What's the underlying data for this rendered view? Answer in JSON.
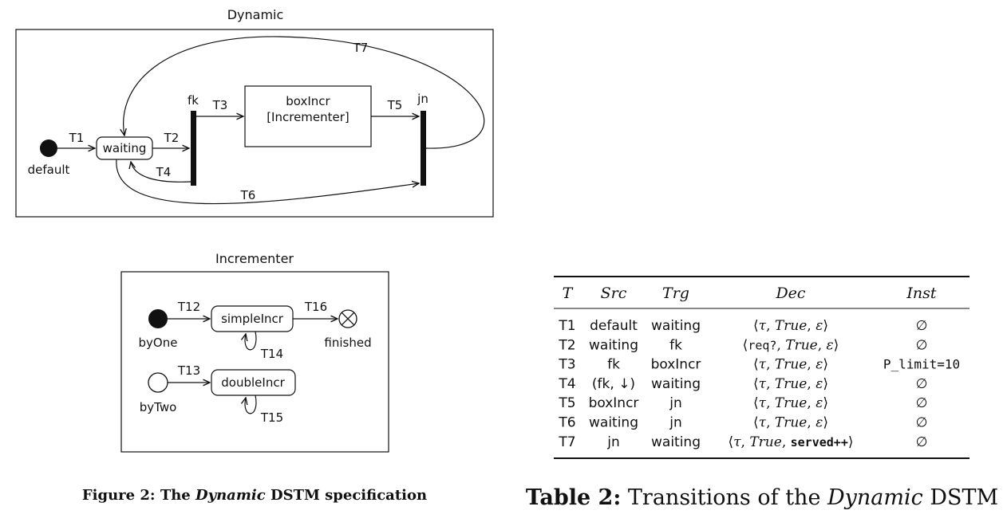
{
  "dynamic": {
    "title": "Dynamic",
    "states": {
      "initial": "default",
      "waiting": "waiting",
      "fork": "fk",
      "join": "jn",
      "box_line1": "boxIncr",
      "box_line2": "[Incrementer]"
    },
    "transitions": [
      "T1",
      "T2",
      "T3",
      "T4",
      "T5",
      "T6",
      "T7"
    ]
  },
  "incrementer": {
    "title": "Incrementer",
    "states": {
      "byOne": "byOne",
      "byTwo": "byTwo",
      "simpleIncr": "simpleIncr",
      "doubleIncr": "doubleIncr",
      "finished": "finished"
    },
    "transitions": [
      "T12",
      "T16",
      "T14",
      "T13",
      "T15"
    ]
  },
  "figure_caption": {
    "prefix": "Figure 2: The ",
    "italic": "Dynamic",
    "suffix": " DSTM specification"
  },
  "table": {
    "headers": [
      "T",
      "Src",
      "Trg",
      "Dec",
      "Inst"
    ],
    "rows": [
      {
        "t": "T1",
        "src": "default",
        "trg": "waiting",
        "dec_a": "τ",
        "dec_b": "True",
        "dec_c": "ε",
        "inst": "∅"
      },
      {
        "t": "T2",
        "src": "waiting",
        "trg": "fk",
        "dec_a": "req?",
        "dec_b": "True",
        "dec_c": "ε",
        "inst": "∅"
      },
      {
        "t": "T3",
        "src": "fk",
        "trg": "boxIncr",
        "dec_a": "τ",
        "dec_b": "True",
        "dec_c": "ε",
        "inst": "P_limit=10"
      },
      {
        "t": "T4",
        "src": "(fk, ↓)",
        "trg": "waiting",
        "dec_a": "τ",
        "dec_b": "True",
        "dec_c": "ε",
        "inst": "∅"
      },
      {
        "t": "T5",
        "src": "boxIncr",
        "trg": "jn",
        "dec_a": "τ",
        "dec_b": "True",
        "dec_c": "ε",
        "inst": "∅"
      },
      {
        "t": "T6",
        "src": "waiting",
        "trg": "jn",
        "dec_a": "τ",
        "dec_b": "True",
        "dec_c": "ε",
        "inst": "∅"
      },
      {
        "t": "T7",
        "src": "jn",
        "trg": "waiting",
        "dec_a": "τ",
        "dec_b": "True",
        "dec_c": "served++",
        "inst": "∅"
      }
    ],
    "caption": {
      "bold": "Table 2:",
      "middle": " Transitions of the ",
      "italic": "Dynamic",
      "suffix": " DSTM"
    }
  },
  "colors": {
    "ink": "#111111",
    "background": "#ffffff"
  }
}
